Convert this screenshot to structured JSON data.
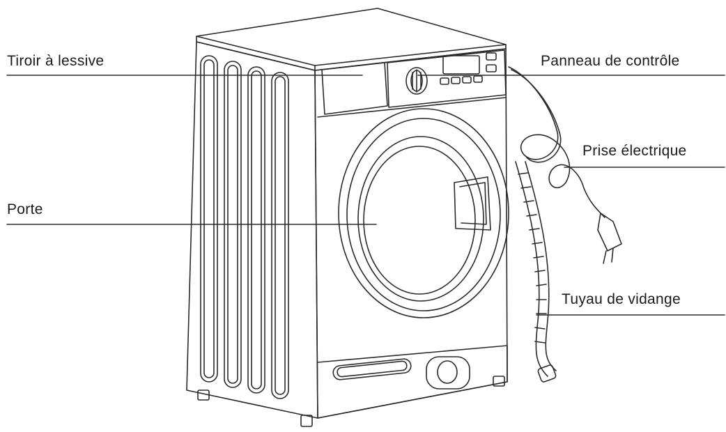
{
  "labels": {
    "detergent_drawer": "Tiroir à lessive",
    "door": "Porte",
    "control_panel": "Panneau de contrôle",
    "power_plug": "Prise électrique",
    "drain_hose": "Tuyau de vidange"
  },
  "colors": {
    "line": "#2a2a2a",
    "background": "#ffffff"
  }
}
